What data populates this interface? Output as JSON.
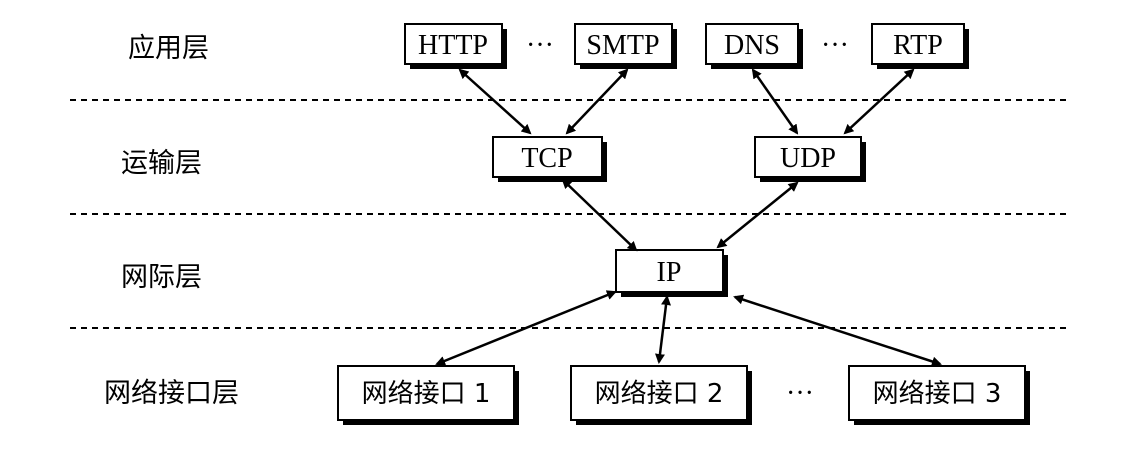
{
  "layers": {
    "application": "应用层",
    "transport": "运输层",
    "internet": "网际层",
    "network_interface": "网络接口层"
  },
  "application_protocols": {
    "http": "HTTP",
    "smtp": "SMTP",
    "dns": "DNS",
    "rtp": "RTP",
    "ellipsis_left": "···",
    "ellipsis_right": "···"
  },
  "transport_protocols": {
    "tcp": "TCP",
    "udp": "UDP"
  },
  "internet_protocol": {
    "ip": "IP"
  },
  "network_interfaces": {
    "if1": "网络接口 1",
    "if2": "网络接口 2",
    "if3": "网络接口 3",
    "ellipsis": "···"
  }
}
